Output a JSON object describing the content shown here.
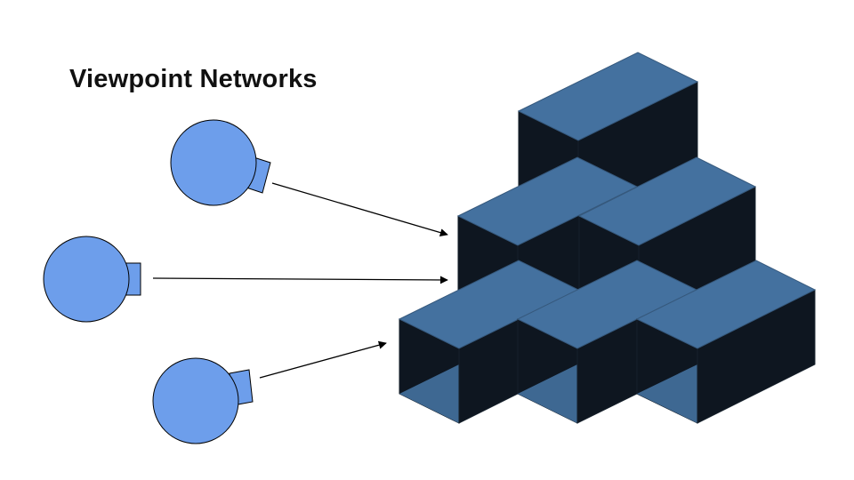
{
  "title": "Viewpoint Networks",
  "colors": {
    "camera_fill": "#6d9eeb",
    "camera_stroke": "#000000",
    "cube_top": "#44719f",
    "cube_side": "#0e1620",
    "cube_edge": "#16202b",
    "arrow": "#000000",
    "background": "#ffffff"
  },
  "diagram": {
    "cameras": [
      {
        "id": "camera-top",
        "icon": "camera-icon"
      },
      {
        "id": "camera-middle",
        "icon": "camera-icon"
      },
      {
        "id": "camera-bottom",
        "icon": "camera-icon"
      }
    ],
    "voxel_count": 6,
    "arrow_count": 3
  }
}
